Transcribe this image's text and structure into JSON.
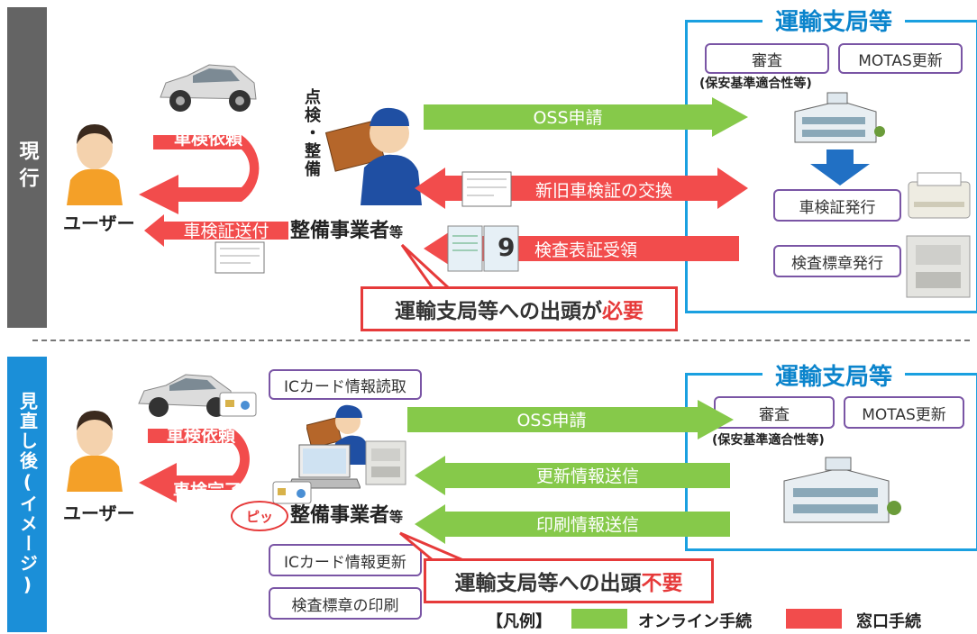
{
  "colors": {
    "online": "#86c94a",
    "window": "#f24c4c",
    "gov": "#1aa0e0",
    "gov_title": "#0b84cc",
    "box_border": "#7a55a5",
    "sidebar_top": "#646464",
    "sidebar_bottom": "#1b8fd8"
  },
  "current": {
    "sidebar": "現行",
    "gov_title": "運輸支局等",
    "review": "審査",
    "motas": "MOTAS更新",
    "safety_note": "(保安基準適合性等)",
    "certificate_issue": "車検証発行",
    "sticker_issue": "検査標章発行",
    "user": "ユーザー",
    "business": "整備事業者",
    "business_suffix": "等",
    "inspection_label": "点検・整備",
    "request": "車検依頼",
    "send_cert": "車検証送付",
    "oss": "OSS申請",
    "exchange": "新旧車検証の交換",
    "receive": "検査表証受領",
    "callout_prefix": "運輸支局等への出頭が",
    "callout_highlight": "必要",
    "sticker_month": "9"
  },
  "revised": {
    "sidebar": "見直し後(イメージ)",
    "gov_title": "運輸支局等",
    "review": "審査",
    "motas": "MOTAS更新",
    "safety_note": "(保安基準適合性等)",
    "user": "ユーザー",
    "business": "整備事業者",
    "business_suffix": "等",
    "ic_read": "ICカード情報読取",
    "ic_update": "ICカード情報更新",
    "sticker_print": "検査標章の印刷",
    "request": "車検依頼",
    "complete": "車検完了",
    "beep": "ピッ",
    "oss": "OSS申請",
    "update_send": "更新情報送信",
    "print_send": "印刷情報送信",
    "callout_prefix": "運輸支局等への出頭",
    "callout_highlight": "不要"
  },
  "legend": {
    "label": "【凡例】",
    "online": "オンライン手続",
    "window": "窓口手続"
  }
}
